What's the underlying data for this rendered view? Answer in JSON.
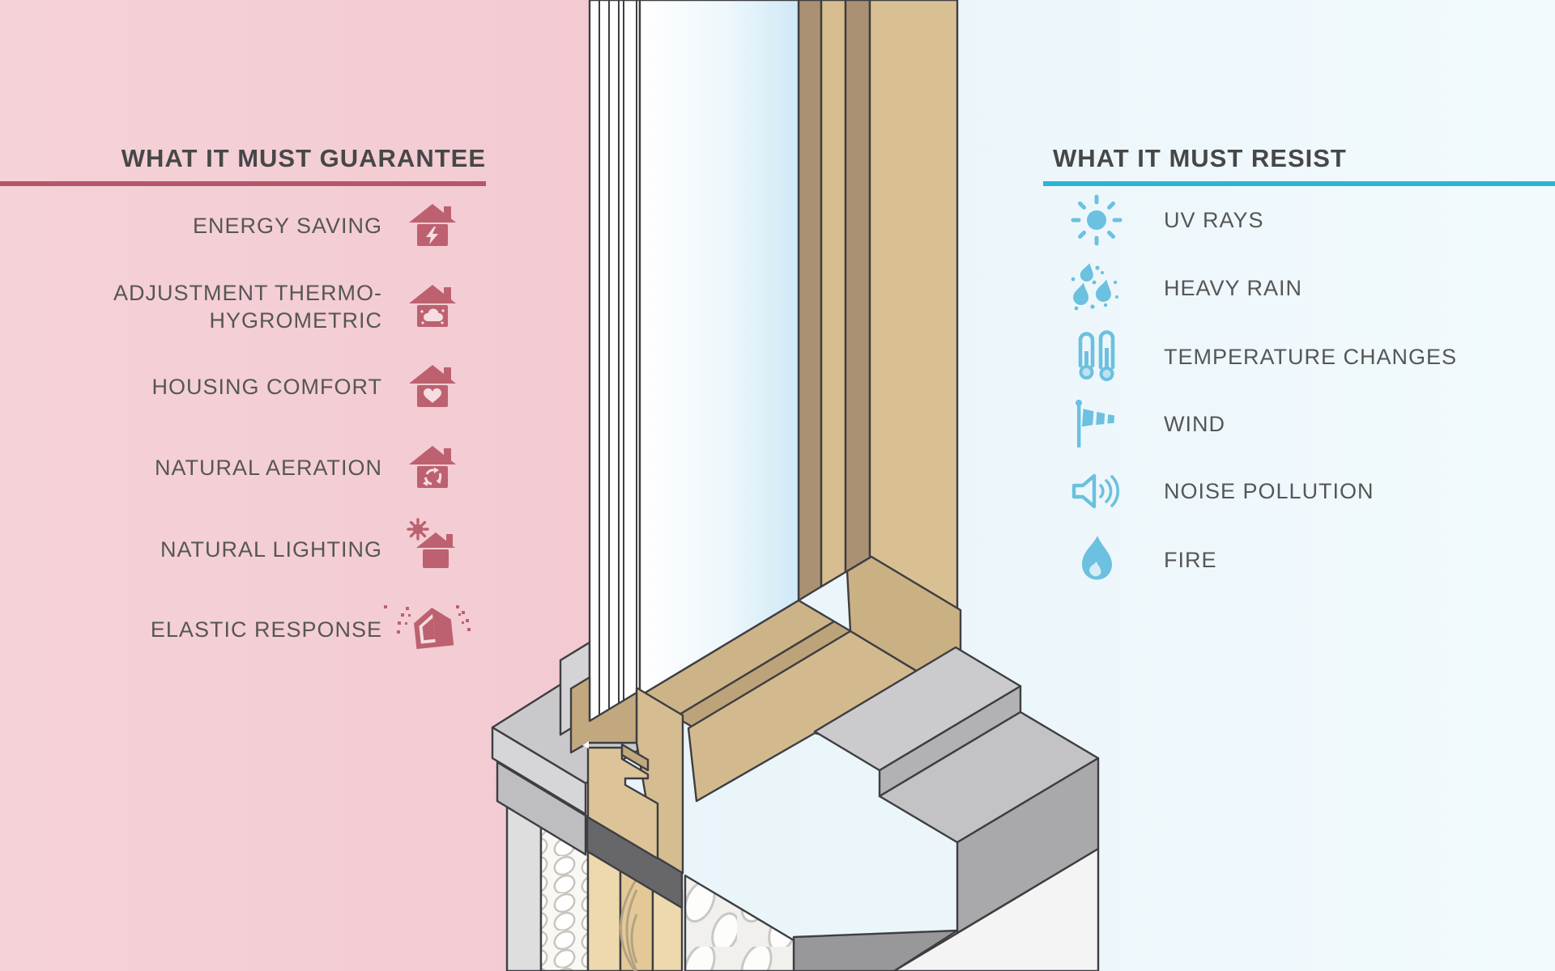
{
  "left_panel": {
    "header": "WHAT IT MUST GUARANTEE",
    "accent_color": "#b5566b",
    "icon_color": "#bd6170",
    "items": [
      {
        "label": "ENERGY SAVING",
        "icon": "house-lightning-icon"
      },
      {
        "label": "ADJUSTMENT THERMO-HYGROMETRIC",
        "icon": "house-cloud-icon"
      },
      {
        "label": "HOUSING COMFORT",
        "icon": "house-heart-icon"
      },
      {
        "label": "NATURAL AERATION",
        "icon": "house-recycle-icon"
      },
      {
        "label": "NATURAL LIGHTING",
        "icon": "house-sun-icon"
      },
      {
        "label": "ELASTIC RESPONSE",
        "icon": "house-vibration-icon"
      }
    ]
  },
  "right_panel": {
    "header": "WHAT IT MUST RESIST",
    "accent_color": "#2ab5d4",
    "icon_color": "#6cc0e0",
    "items": [
      {
        "label": "UV RAYS",
        "icon": "sun-icon"
      },
      {
        "label": "HEAVY RAIN",
        "icon": "rain-icon"
      },
      {
        "label": "TEMPERATURE CHANGES",
        "icon": "thermometers-icon"
      },
      {
        "label": "WIND",
        "icon": "windsock-icon"
      },
      {
        "label": "NOISE POLLUTION",
        "icon": "speaker-icon"
      },
      {
        "label": "FIRE",
        "icon": "flame-icon"
      }
    ]
  },
  "illustration": {
    "subject": "isometric cross-section of a wooden window, glazing, frame, sill and insulated wall",
    "parts": [
      "triple-glazing-unit",
      "glass-pane",
      "sash-rail",
      "wooden-frame",
      "exterior-stone-sill",
      "interior-sill-board",
      "insulation-layer",
      "wood-stud",
      "sealing-band",
      "plaster-layer",
      "exterior-wall"
    ],
    "palette": {
      "wood_light": "#d9c093",
      "wood_dark": "#ab9173",
      "wood_mid": "#c1a87f",
      "glass": "#cfe9f6",
      "sill_gray": "#c3c3c5",
      "sill_front": "#aeaeb0",
      "seal_dark": "#67676a",
      "wall_white": "#f4f4f4",
      "outline": "#3e3e42"
    }
  }
}
